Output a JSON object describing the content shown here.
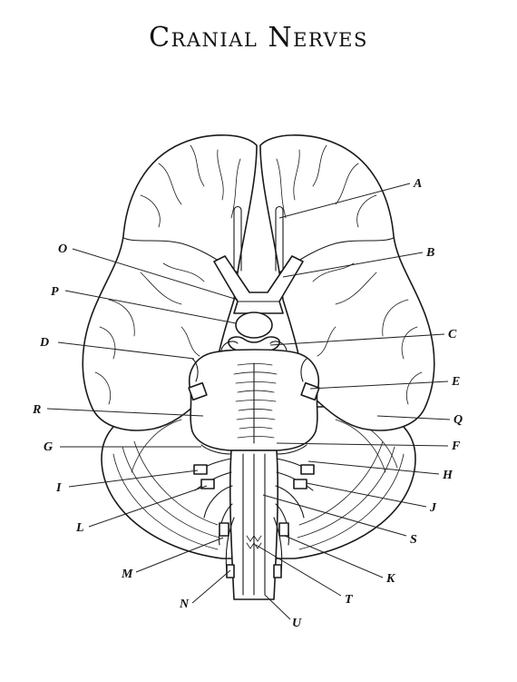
{
  "title": "Cranial Nerves",
  "labels": {
    "A": "A",
    "B": "B",
    "C": "C",
    "D": "D",
    "E": "E",
    "F": "F",
    "G": "G",
    "H": "H",
    "I": "I",
    "J": "J",
    "K": "K",
    "L": "L",
    "M": "M",
    "N": "N",
    "O": "O",
    "P": "P",
    "Q": "Q",
    "R": "R",
    "S": "S",
    "T": "T",
    "U": "U"
  }
}
